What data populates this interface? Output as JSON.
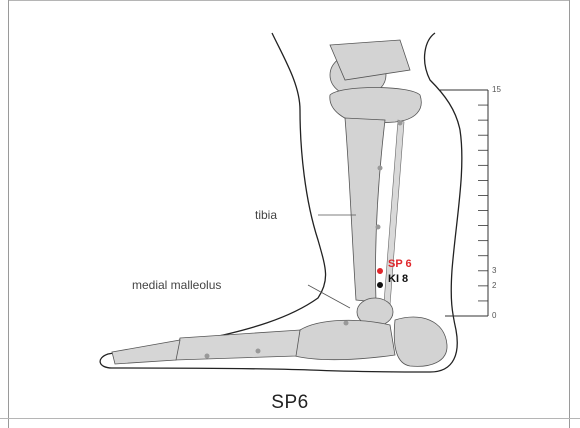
{
  "labels": {
    "tibia": "tibia",
    "medial_malleolus": "medial malleolus"
  },
  "points": [
    {
      "name": "SP 6",
      "color": "#e0262b"
    },
    {
      "name": "KI 8",
      "color": "#111111"
    }
  ],
  "ruler": {
    "ticks": [
      "15",
      "3",
      "2",
      "0"
    ]
  },
  "caption": "SP6",
  "colors": {
    "bone": "#d3d3d3",
    "outline": "#222222",
    "sp_point": "#e0262b",
    "ki_point": "#111111"
  }
}
